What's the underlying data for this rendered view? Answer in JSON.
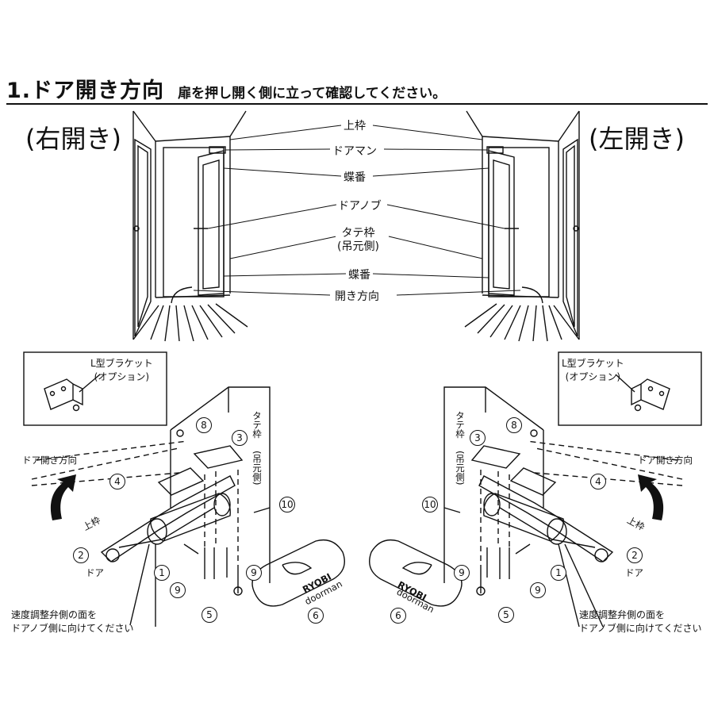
{
  "heading": {
    "title": "1.ドア開き方向",
    "subtitle": "扉を押し開く側に立って確認してください。"
  },
  "sides": {
    "right_open": "(右開き)",
    "left_open": "(左開き)"
  },
  "door_labels": {
    "upper_frame": "上枠",
    "doorman": "ドアマン",
    "hinge_top": "蝶番",
    "door_knob": "ドアノブ",
    "vertical_frame": "タテ枠",
    "hinge_side": "(吊元側)",
    "hinge_bottom": "蝶番",
    "open_direction": "開き方向"
  },
  "bracket_inset": {
    "title": "L型ブラケット",
    "subtitle": "(オプション)"
  },
  "install": {
    "door_open_direction": "ドア開き方向",
    "upper_frame": "上枠",
    "door": "ドア",
    "vertical_frame": "タテ枠",
    "hinge_side": "(吊元側)",
    "speed_note_line1": "速度調整弁側の面を",
    "speed_note_line2": "ドアノブ側に向けてください",
    "brand": "RYOBI",
    "product": "doorman",
    "part_numbers": [
      "1",
      "2",
      "3",
      "4",
      "5",
      "6",
      "8",
      "9",
      "10"
    ]
  }
}
